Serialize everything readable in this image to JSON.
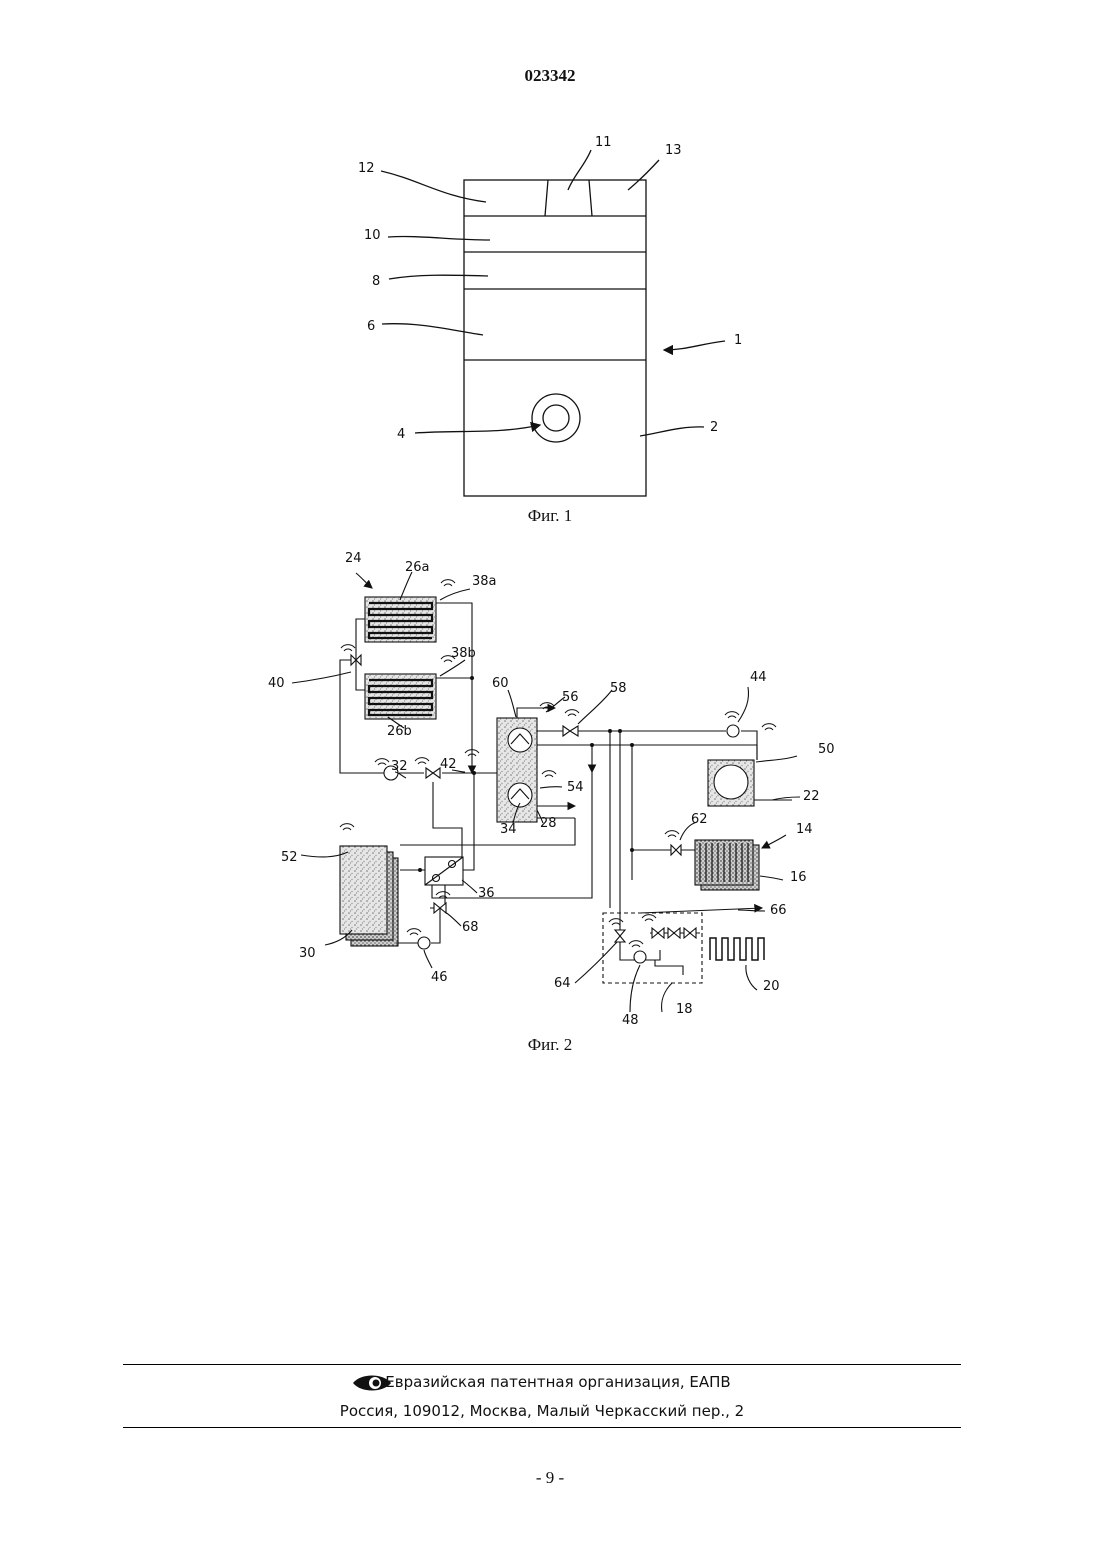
{
  "header": {
    "patent_number": "023342"
  },
  "figure1": {
    "caption": "Фиг. 1",
    "labels": {
      "l1": "1",
      "l2": "2",
      "l4": "4",
      "l6": "6",
      "l8": "8",
      "l10": "10",
      "l11": "11",
      "l12": "12",
      "l13": "13"
    }
  },
  "figure2": {
    "caption": "Фиг. 2",
    "labels": {
      "l14": "14",
      "l16": "16",
      "l18": "18",
      "l20": "20",
      "l22": "22",
      "l24": "24",
      "l26a": "26a",
      "l26b": "26b",
      "l28": "28",
      "l30": "30",
      "l32": "32",
      "l34": "34",
      "l36": "36",
      "l38a": "38a",
      "l38b": "38b",
      "l40": "40",
      "l42": "42",
      "l44": "44",
      "l46": "46",
      "l48": "48",
      "l50": "50",
      "l52": "52",
      "l54": "54",
      "l56": "56",
      "l58": "58",
      "l60": "60",
      "l62": "62",
      "l64": "64",
      "l66": "66",
      "l68": "68"
    }
  },
  "footer": {
    "organization": "Евразийская патентная организация, ЕАПВ",
    "address": "Россия, 109012, Москва, Малый Черкасский пер., 2"
  },
  "page_number": "- 9 -"
}
